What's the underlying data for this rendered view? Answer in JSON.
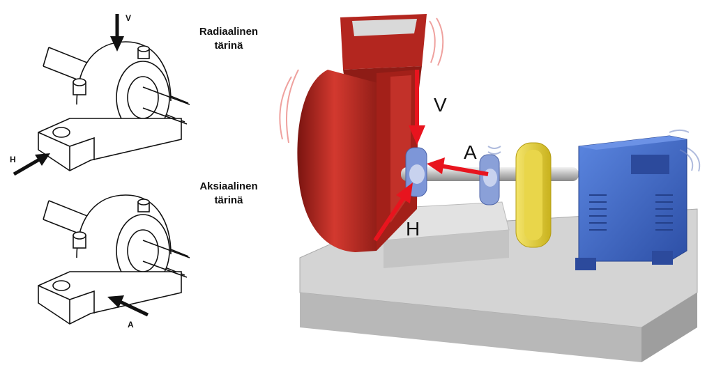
{
  "captions": {
    "radial": [
      "Radiaalinen",
      "tärinä"
    ],
    "axial": [
      "Aksiaalinen",
      "tärinä"
    ]
  },
  "direction_labels": {
    "left_top_vertical": "V",
    "left_top_horizontal": "H",
    "left_bottom_axial": "A",
    "machine_vertical": "V",
    "machine_axial": "A",
    "machine_horizontal": "H"
  },
  "colors": {
    "fan": "#c0302c",
    "motor": "#3a64c4",
    "coupling": "#e8d23a",
    "base": "#cfcfcf",
    "arrows": "#e8141e"
  }
}
